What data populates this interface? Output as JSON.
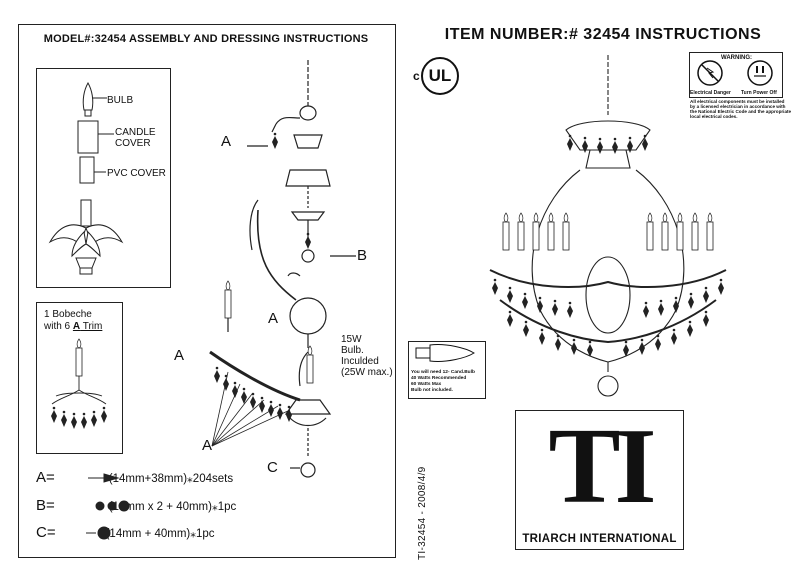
{
  "left_panel": {
    "title": "MODEL#:32454  ASSEMBLY AND DRESSING INSTRUCTIONS",
    "parts_box": {
      "bulb": "BULB",
      "candle_cover_1": "CANDLE",
      "candle_cover_2": "COVER",
      "pvc_cover": "PVC COVER"
    },
    "bobeche_box": {
      "line1": "1 Bobeche",
      "line2_prefix": "with 6 ",
      "line2_letter": "A",
      "line2_suffix": " Trim"
    },
    "callouts": {
      "a_top": "A",
      "a_mid": "A",
      "a_left": "A",
      "a_bottom": "A",
      "b": "B",
      "c": "C"
    },
    "bulb_note": {
      "line1": "15W",
      "line2": "Bulb.",
      "line3": "Inculded",
      "line4": "(25W max.)"
    },
    "legend": [
      {
        "letter": "A=",
        "text": "(14mm+38mm)⁎204sets"
      },
      {
        "letter": "B=",
        "text": "(14mm x 2 + 40mm)⁎1pc"
      },
      {
        "letter": "C=",
        "text": "(14mm + 40mm)⁎1pc"
      }
    ]
  },
  "right_panel": {
    "title": "ITEM NUMBER:# 32454  INSTRUCTIONS",
    "cert_c": "c",
    "cert_ul": "UL",
    "warning": {
      "title": "WARNING:",
      "left_caption": "Electrical Danger",
      "right_caption": "Turn Power Off",
      "note_1": "All electrical components must be installed",
      "note_2": "by a licensed electrician in accordance with",
      "note_3": "the National Electric Code and the appropriate",
      "note_4": "local electrical codes."
    },
    "bulb_box": {
      "line1": "You will need 12- Cand.Bulb",
      "line2": "40 Watts Recommended",
      "line3": "60 Watts Max",
      "line4": "Bulb not included."
    },
    "vertical_code": "TI-32454 - 2008/4/9",
    "logo_letters": "TI",
    "company": "TRIARCH INTERNATIONAL"
  },
  "colors": {
    "ink": "#111111",
    "crystal": "#333333"
  }
}
